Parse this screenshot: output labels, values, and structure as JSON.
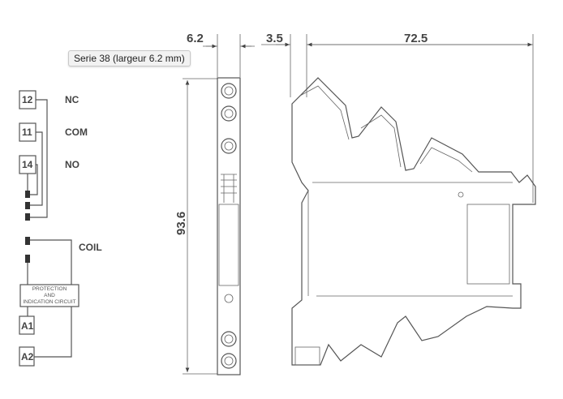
{
  "tooltip": "Serie 38 (largeur 6.2 mm)",
  "schematic": {
    "terminals": [
      "12",
      "11",
      "14",
      "A1",
      "A2"
    ],
    "contact_labels": [
      "NC",
      "COM",
      "NO"
    ],
    "coil_label": "COIL",
    "circuit_box": [
      "PROTECTION",
      "AND",
      "INDICATION CIRCUIT"
    ]
  },
  "dimensions": {
    "width": "6.2",
    "height": "93.6",
    "offset": "3.5",
    "depth": "72.5"
  }
}
